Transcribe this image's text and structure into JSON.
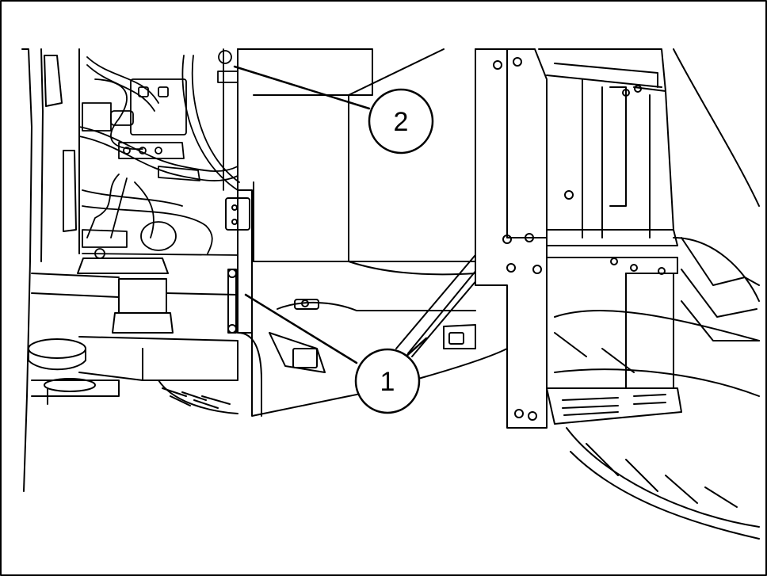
{
  "diagram": {
    "callouts": [
      {
        "id": "callout-1",
        "label": "1"
      },
      {
        "id": "callout-2",
        "label": "2"
      }
    ]
  },
  "colors": {
    "line": "#000000",
    "background": "#ffffff"
  }
}
